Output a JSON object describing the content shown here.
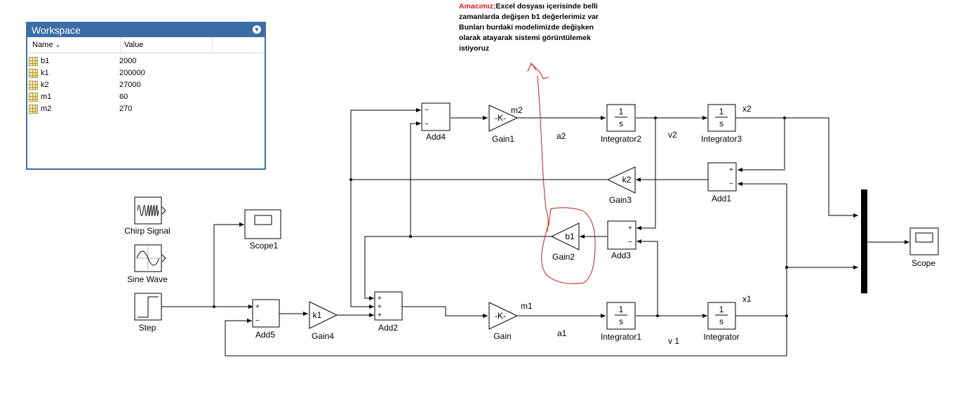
{
  "workspace": {
    "title": "Workspace",
    "columns": {
      "name": "Name",
      "value": "Value"
    },
    "rows": [
      {
        "name": "b1",
        "value": "2000"
      },
      {
        "name": "k1",
        "value": "200000"
      },
      {
        "name": "k2",
        "value": "27000"
      },
      {
        "name": "m1",
        "value": "60"
      },
      {
        "name": "m2",
        "value": "270"
      }
    ]
  },
  "annotation": {
    "title": "Amacımız;",
    "lines": [
      "Excel dosyası içerisinde belli",
      "zamanlarda değişen b1 değerlerimiz var",
      "Bunları burdaki modelimizde değişken",
      "olarak atayarak sistemi görüntülemek",
      "istiyoruz"
    ],
    "title_color": "#e02020",
    "marker_color": "#c41a1a"
  },
  "blocks": {
    "chirp": "Chirp Signal",
    "sine": "Sine Wave",
    "step": "Step",
    "scope1": "Scope1",
    "scope": "Scope",
    "add1": "Add1",
    "add2": "Add2",
    "add3": "Add3",
    "add4": "Add4",
    "add5": "Add5",
    "gain": "Gain",
    "gain1": "Gain1",
    "gain2": "Gain2",
    "gain3": "Gain3",
    "gain4": "Gain4",
    "integrator": "Integrator",
    "integrator1": "Integrator1",
    "integrator2": "Integrator2",
    "integrator3": "Integrator3"
  },
  "gain_values": {
    "gain": "-K-",
    "gain1": "-K-",
    "gain2": "b1",
    "gain3": "k2",
    "gain4": "k1"
  },
  "integrator_tf": {
    "num": "1",
    "den": "s"
  },
  "signals": {
    "m2": "m2",
    "a2": "a2",
    "v2": "v2",
    "x2": "x2",
    "m1": "m1",
    "a1": "a1",
    "v1": "v 1",
    "x1": "x1"
  },
  "signs": {
    "plus": "+",
    "minus": "−"
  }
}
